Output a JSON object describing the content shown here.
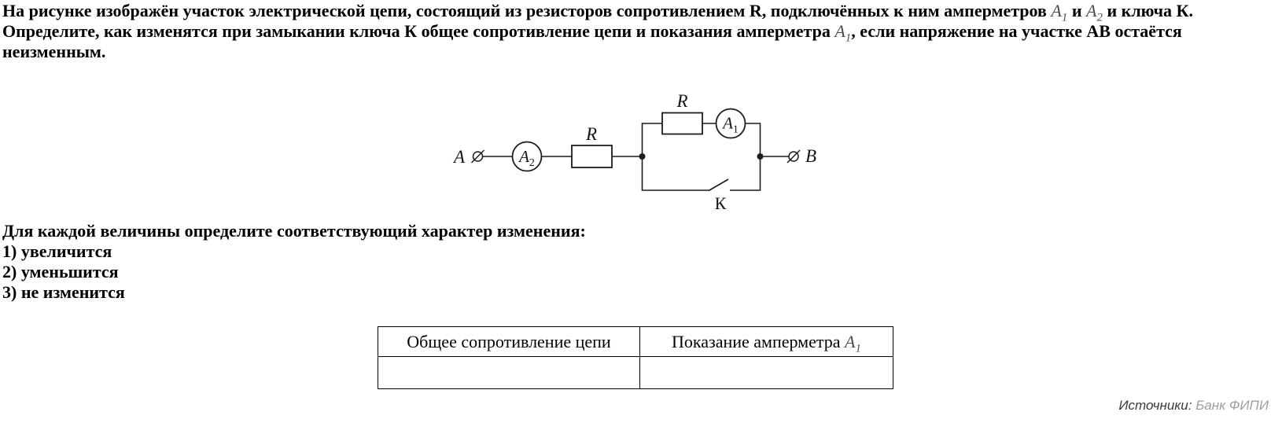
{
  "problem": {
    "segments": [
      {
        "text": "На рисунке изображён участок электрической цепи, состоящий из резисторов сопротивлением R, подключённых к ним амперметров "
      },
      {
        "math": "A",
        "sub": "1"
      },
      {
        "text": " и "
      },
      {
        "math": "A",
        "sub": "2"
      },
      {
        "text": " и ключа К. Определите, как изменятся при замыкании ключа К общее сопротивление цепи и показания амперметра "
      },
      {
        "math": "A",
        "sub": "1"
      },
      {
        "text": ", если напряжение на участке АВ остаётся неизменным."
      }
    ]
  },
  "circuit": {
    "terminal_a_label": "A",
    "terminal_b_label": "B",
    "ammeter1": {
      "letter": "A",
      "sub": "1"
    },
    "ammeter2": {
      "letter": "A",
      "sub": "2"
    },
    "resistor_main_label": "R",
    "resistor_top_label": "R",
    "switch_label": "К"
  },
  "instructions": {
    "intro": "Для каждой величины определите соответствующий характер изменения:",
    "options": [
      "1) увеличится",
      "2) уменьшится",
      "3) не изменится"
    ]
  },
  "table": {
    "headers": [
      {
        "segments": [
          {
            "text": "Общее сопротивление цепи"
          }
        ]
      },
      {
        "segments": [
          {
            "text": "Показание амперметра "
          },
          {
            "math": "A",
            "sub": "1"
          }
        ]
      }
    ],
    "cells": [
      "",
      ""
    ]
  },
  "source": {
    "label": "Источники:",
    "link": "Банк ФИПИ"
  },
  "colors": {
    "background": "#ffffff",
    "text": "#000000",
    "math_text": "#4d4d4d",
    "circuit_line": "#1c1c1c",
    "table_border": "#000000",
    "source_label": "#3a3a3a",
    "source_link": "#9e9e9e"
  }
}
